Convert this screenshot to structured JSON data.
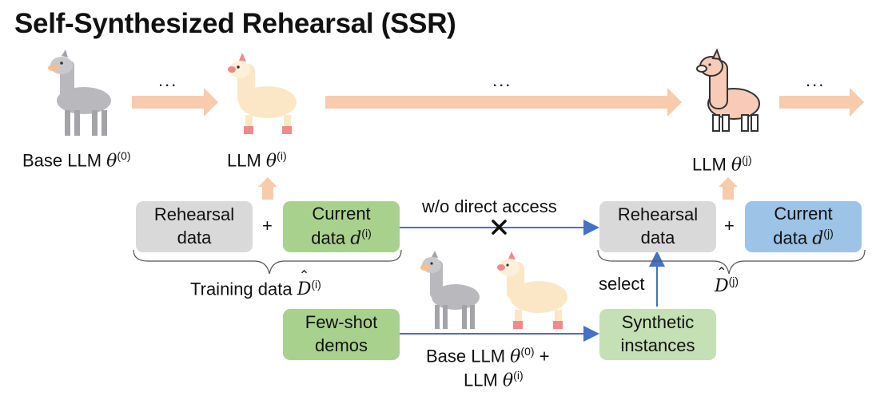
{
  "title": "Self-Synthesized Rehearsal (SSR)",
  "models": {
    "base": {
      "text": "Base LLM ",
      "sym": "θ",
      "sup": "(0)"
    },
    "llm_i": {
      "text": "LLM ",
      "sym": "θ",
      "sup": "(i)"
    },
    "llm_j": {
      "text": "LLM ",
      "sym": "θ",
      "sup": "(j)"
    }
  },
  "ellipsis": "...",
  "plus": "+",
  "boxes": {
    "rehearsal_left": "Rehearsal\ndata",
    "current_i_line1": "Current",
    "current_i_prefix": "data ",
    "current_i_sym": "d",
    "current_i_sup": "(i)",
    "rehearsal_right": "Rehearsal\ndata",
    "current_j_line1": "Current",
    "current_j_prefix": "data ",
    "current_j_sym": "d",
    "current_j_sup": "(j)",
    "few_shot": "Few-shot\ndemos",
    "synthetic": "Synthetic\ninstances"
  },
  "labels": {
    "no_access": "w/o direct access",
    "training_prefix": "Training data ",
    "training_sym": "D",
    "training_sup": "(i)",
    "dj_sym": "D",
    "dj_sup": "(j)",
    "select": "select",
    "gen_line1_text": "Base LLM ",
    "gen_line1_sym": "θ",
    "gen_line1_sup": "(0)",
    "gen_line1_plus": " +",
    "gen_line2_text": "LLM ",
    "gen_line2_sym": "θ",
    "gen_line2_sup": "(i)"
  },
  "colors": {
    "orange_arrow": "#f8cbad",
    "blue_arrow": "#4472c4",
    "gray_box": "#d9d9d9",
    "green_box": "#a9d18e",
    "light_green_box": "#c5e0b4",
    "blue_box": "#9dc3e6"
  },
  "icons": [
    "gray-llama-icon",
    "cream-alpaca-icon",
    "pink-alpaca-icon"
  ]
}
